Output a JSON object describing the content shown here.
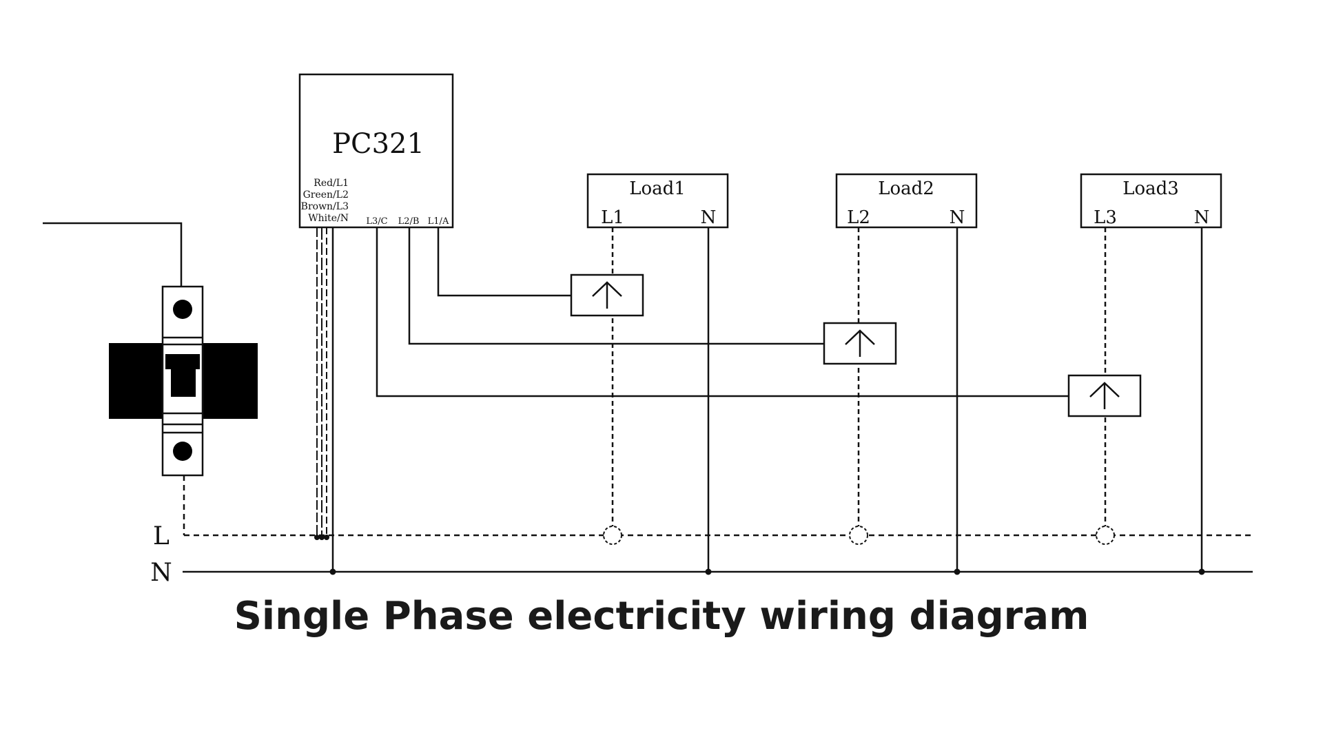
{
  "title": "Single Phase electricity wiring diagram",
  "meter": {
    "name": "PC321",
    "wire_labels": [
      "Red/L1",
      "Green/L2",
      "Brown/L3",
      "White/N"
    ],
    "terminals": [
      "L3/C",
      "L2/B",
      "L1/A"
    ]
  },
  "loads": [
    {
      "name": "Load1",
      "line": "L1",
      "neutral": "N"
    },
    {
      "name": "Load2",
      "line": "L2",
      "neutral": "N"
    },
    {
      "name": "Load3",
      "line": "L3",
      "neutral": "N"
    }
  ],
  "bus": {
    "line_label": "L",
    "neutral_label": "N"
  },
  "colors": {
    "stroke": "#111111",
    "background": "#ffffff"
  },
  "icons": [
    "breaker-icon",
    "current-transformer-arrow-icon"
  ]
}
